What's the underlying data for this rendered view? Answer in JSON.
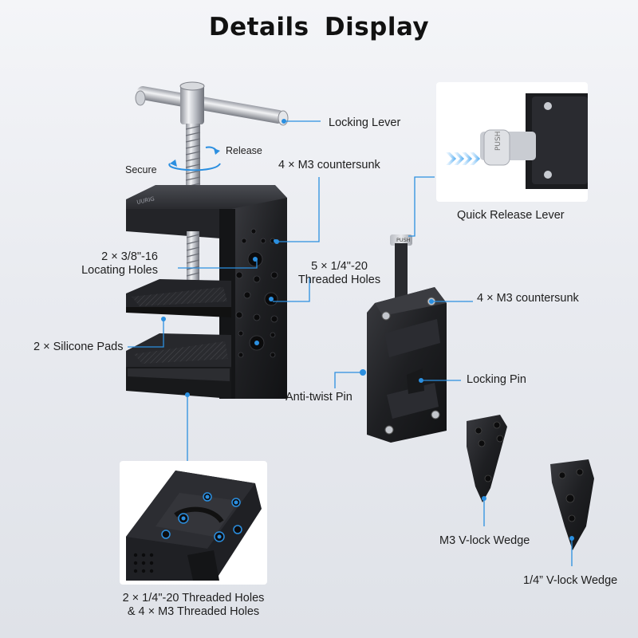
{
  "page": {
    "title": "Details  Display"
  },
  "clamp_labels": {
    "locking_lever": "Locking Lever",
    "release": "Release",
    "secure": "Secure",
    "countersunk_top": "4 × M3 countersunk",
    "locating_holes_line1": "2 × 3/8\"-16",
    "locating_holes_line2": "Locating Holes",
    "threaded_holes_line1": "5 × 1/4\"-20",
    "threaded_holes_line2": "Threaded Holes",
    "silicone_pads": "2 × Silicone Pads",
    "bottom_holes_line1": "2 × 1/4\"-20 Threaded Holes",
    "bottom_holes_line2": "& 4 × M3 Threaded Holes"
  },
  "plate_labels": {
    "quick_release_lever": "Quick Release Lever",
    "countersunk_plate": "4 × M3 countersunk",
    "locking_pin": "Locking Pin",
    "anti_twist_pin": "Anti-twist Pin",
    "m3_wedge": "M3 V-lock Wedge",
    "quarter_wedge": "1/4” V-lock Wedge"
  },
  "engravings": {
    "push": "PUSH"
  },
  "colors": {
    "accent": "#2b8fe0",
    "metal_dark": "#1b1b1d",
    "metal_mid": "#2e2f33",
    "chrome": "#c9ccd2"
  },
  "icons": [
    "arrow-icon",
    "rotate-arrow-icon"
  ]
}
